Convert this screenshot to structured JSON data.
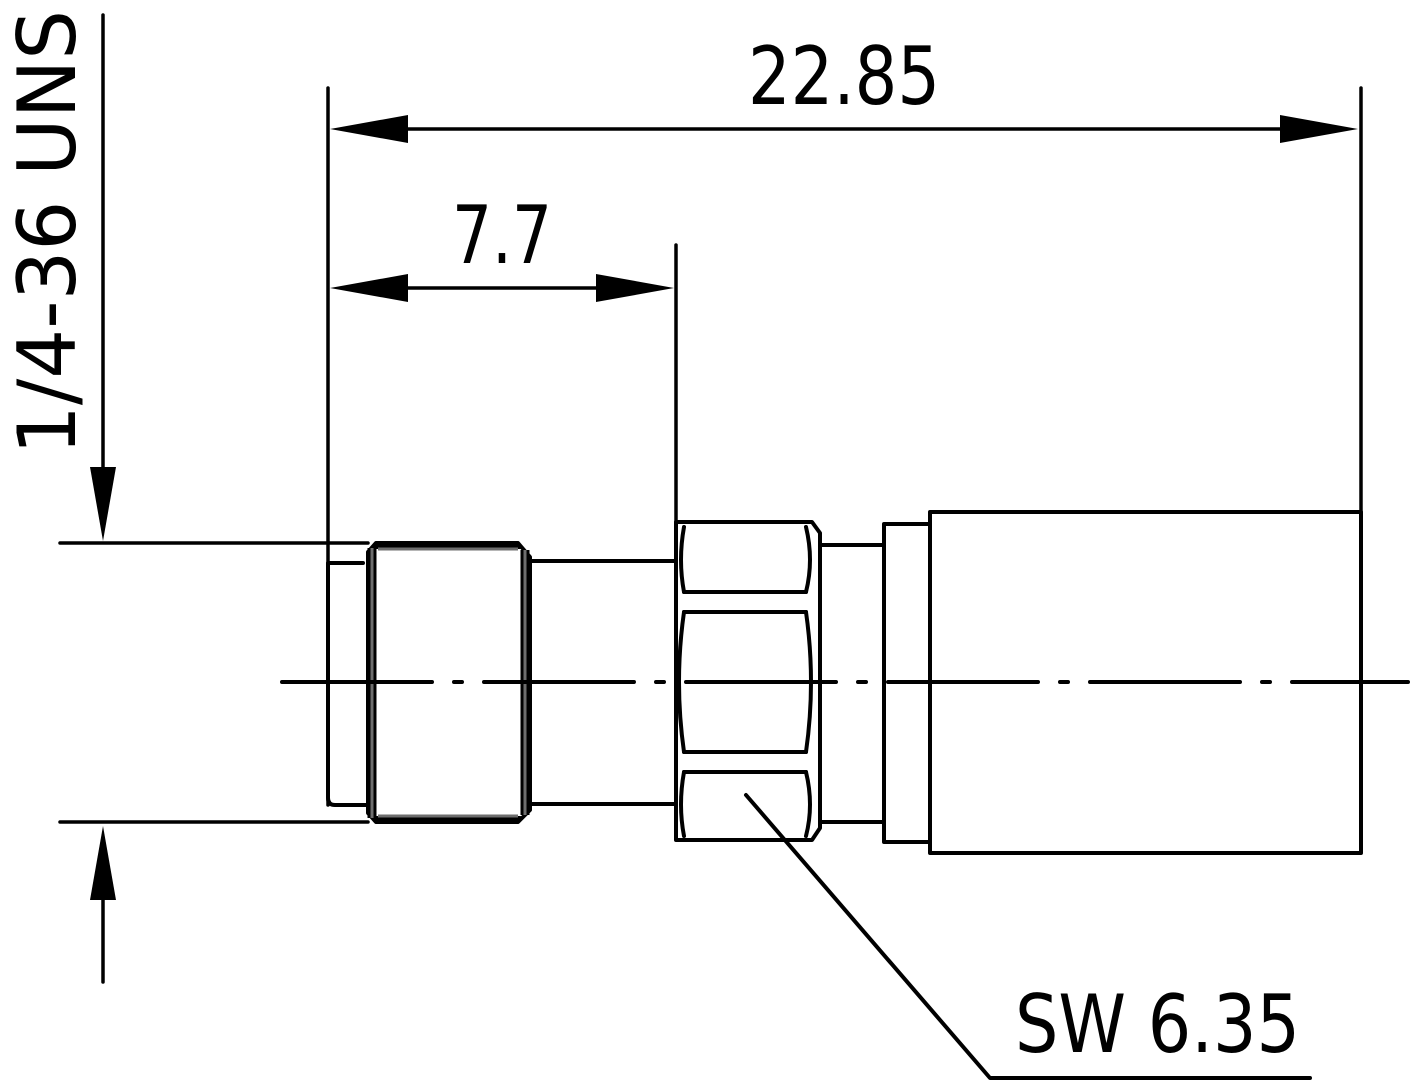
{
  "drawing": {
    "type": "technical-dimension-drawing",
    "subject": "coaxial connector side view",
    "dimensions": {
      "overall_length": {
        "label": "22.85",
        "units": "mm"
      },
      "thread_section_length": {
        "label": "7.7",
        "units": "mm"
      },
      "thread_spec": {
        "label": "1/4-36 UNS"
      },
      "hex_wrench_size": {
        "label": "SW 6.35"
      }
    },
    "colors": {
      "line": "#000000",
      "background": "#ffffff",
      "thread_shade": "#6e6e6e"
    }
  }
}
